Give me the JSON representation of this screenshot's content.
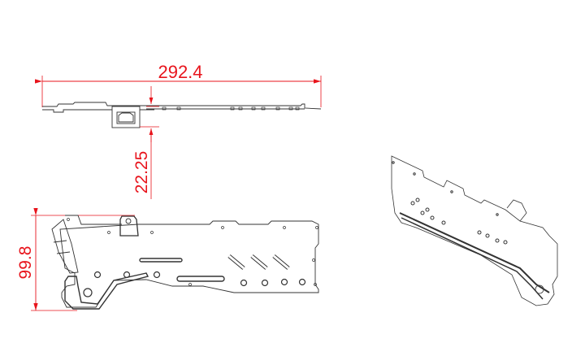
{
  "drawing": {
    "views": [
      "top-view",
      "front-view",
      "isometric-view"
    ],
    "dimensions": {
      "overall_length": "292.4",
      "clip_height": "22.25",
      "overall_height": "99.8"
    },
    "colors": {
      "dimension": "#e8141c",
      "outline": "#333333",
      "background": "#ffffff"
    }
  }
}
